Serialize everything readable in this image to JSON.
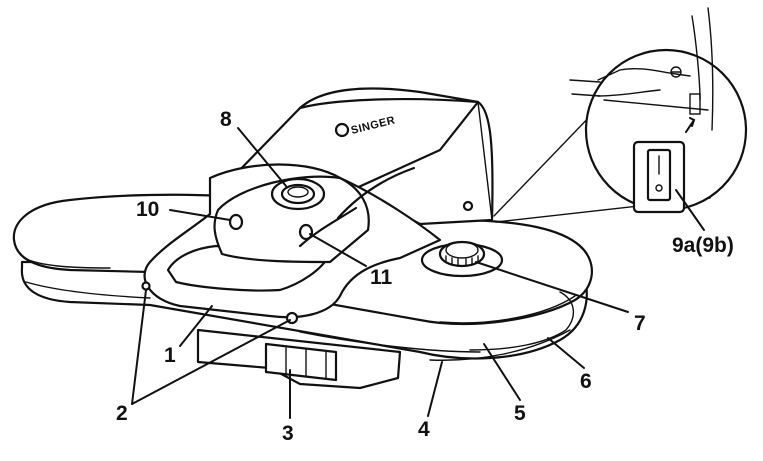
{
  "figure": {
    "brand_label": "SINGER",
    "callouts": [
      {
        "id": "c1",
        "text": "1"
      },
      {
        "id": "c2",
        "text": "2"
      },
      {
        "id": "c3",
        "text": "3"
      },
      {
        "id": "c4",
        "text": "4"
      },
      {
        "id": "c5",
        "text": "5"
      },
      {
        "id": "c6",
        "text": "6"
      },
      {
        "id": "c7",
        "text": "7"
      },
      {
        "id": "c8",
        "text": "8"
      },
      {
        "id": "c9",
        "text": "9a(9b)"
      },
      {
        "id": "c10",
        "text": "10"
      },
      {
        "id": "c11",
        "text": "11"
      }
    ]
  }
}
